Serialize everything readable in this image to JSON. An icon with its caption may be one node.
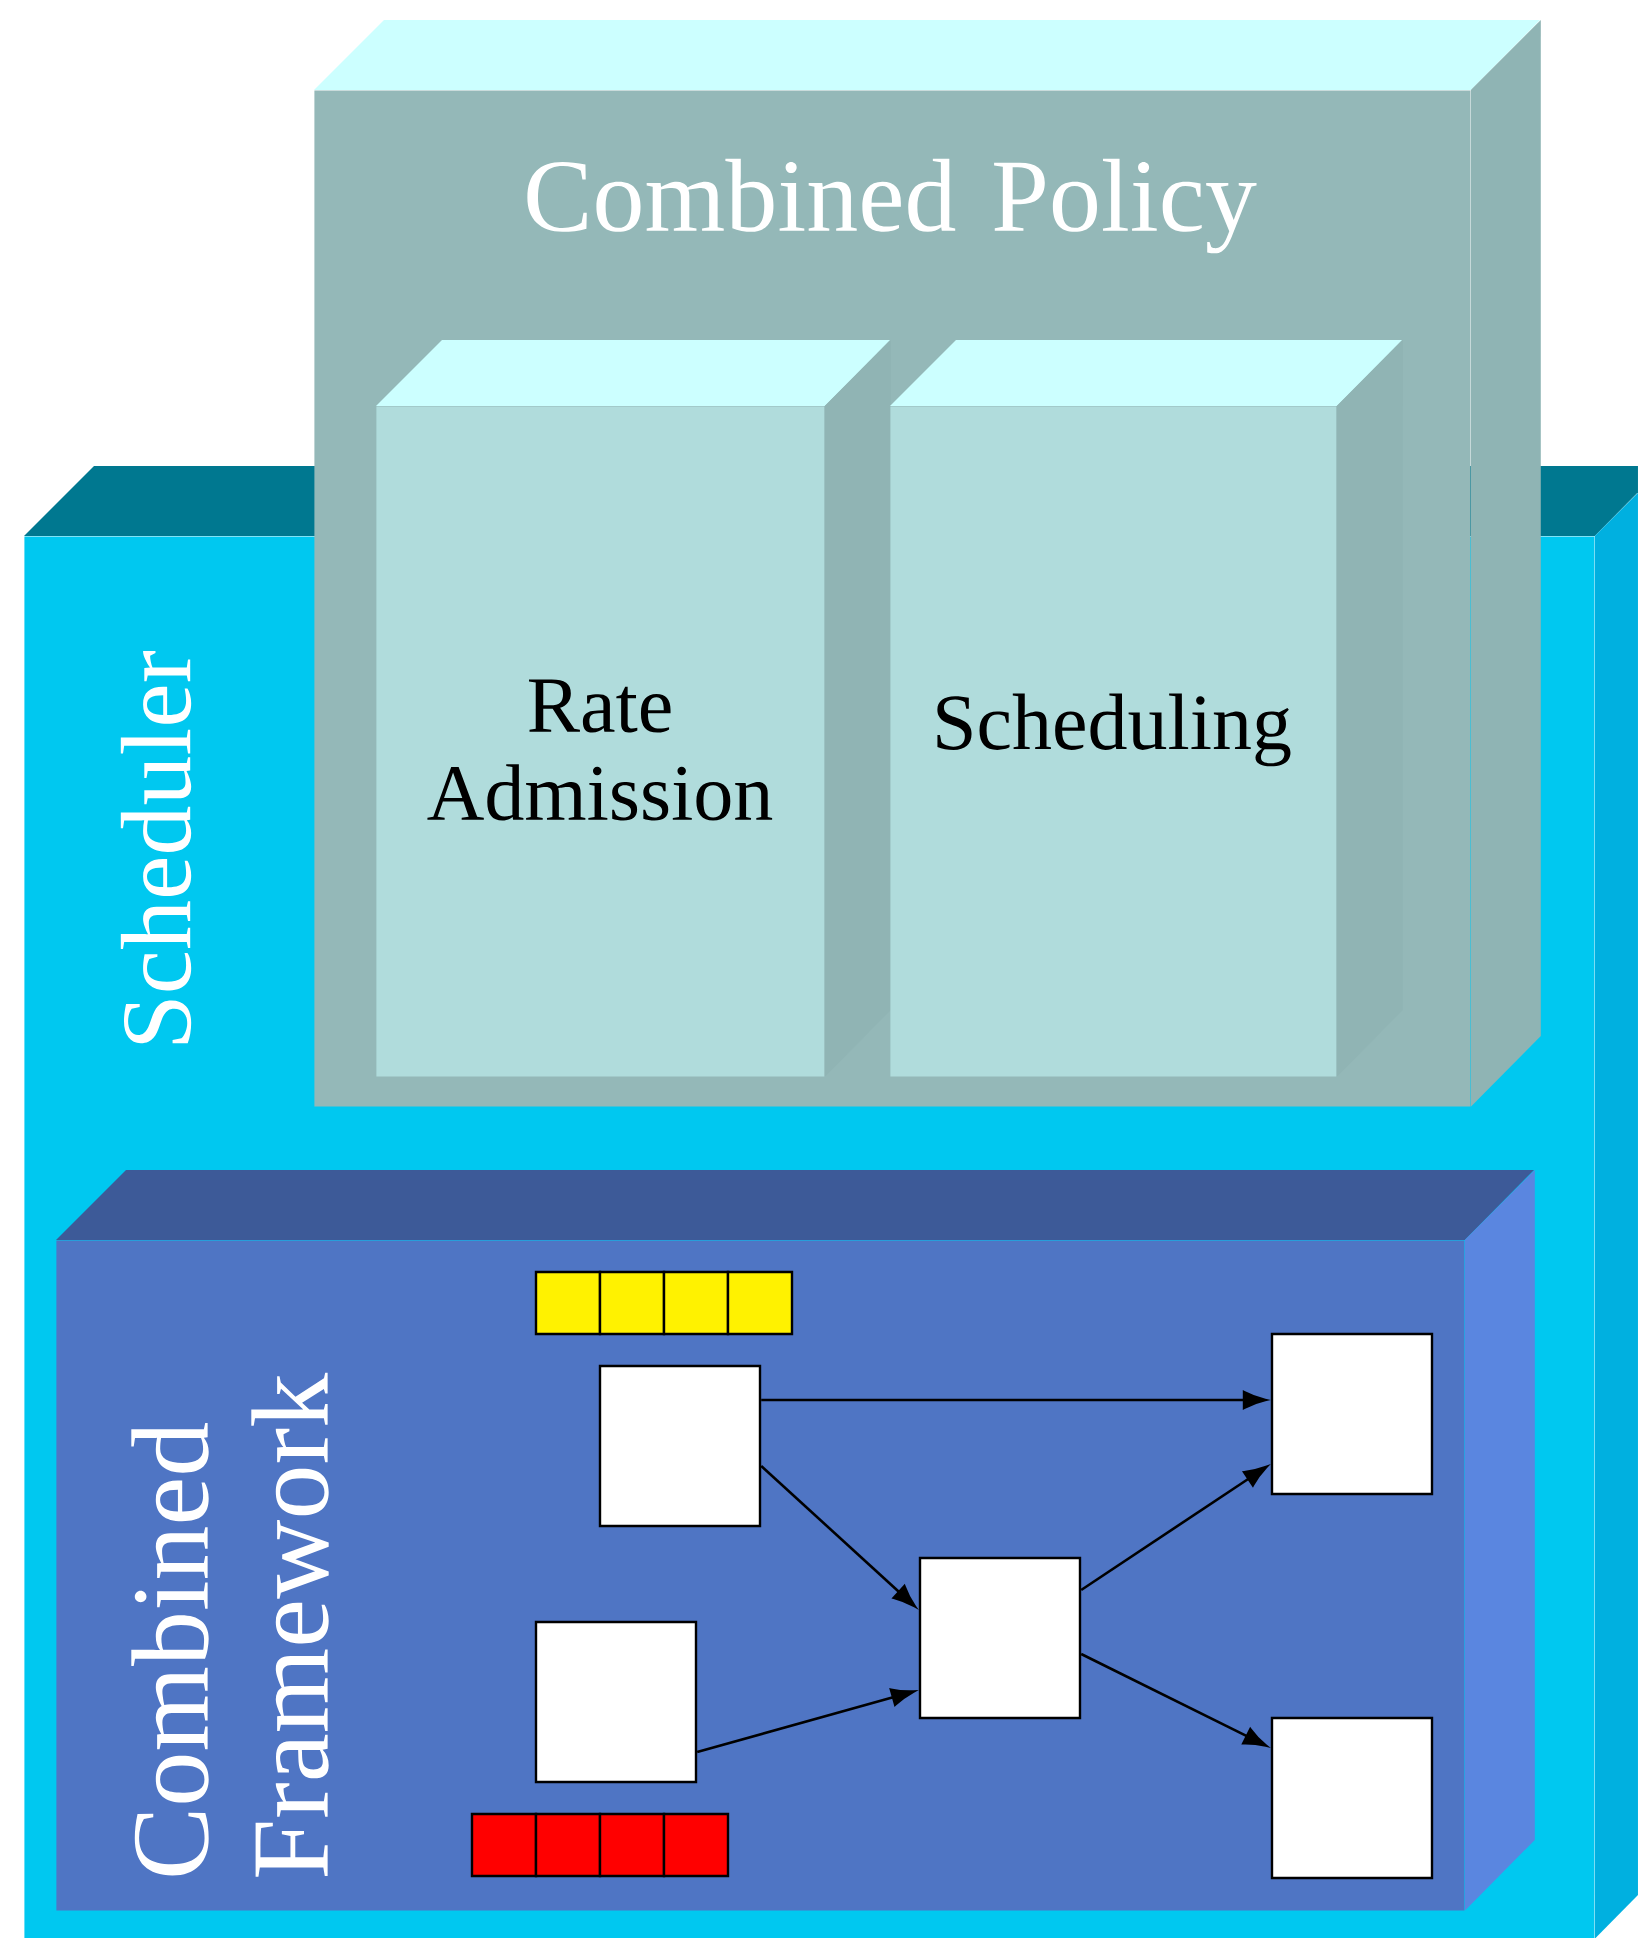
{
  "diagram": {
    "nodes": [
      {
        "text": [
          "Scheduler"
        ]
      },
      {
        "text": [
          "Combined Policy"
        ]
      },
      {
        "text": [
          "Rate Admission"
        ],
        "in": 1
      },
      {
        "text": [
          "Scheduling"
        ],
        "in": 1
      },
      {
        "text": [
          "Combined Framework"
        ],
        "in": 0
      },
      {
        "text": [],
        "shape": "box",
        "in": 4
      },
      {
        "text": [],
        "shape": "box",
        "in": 4
      },
      {
        "text": [],
        "shape": "box",
        "in": 4
      },
      {
        "text": [],
        "shape": "box",
        "in": 4
      },
      {
        "text": [],
        "shape": "box",
        "in": 4
      }
    ],
    "edges": [
      {
        "from": 5,
        "to": 8,
        "arrow": "to"
      },
      {
        "from": 5,
        "to": 7,
        "arrow": "to"
      },
      {
        "from": 6,
        "to": 7,
        "arrow": "to"
      },
      {
        "from": 7,
        "to": 8,
        "arrow": "to"
      },
      {
        "from": 7,
        "to": 9,
        "arrow": "to"
      }
    ]
  }
}
